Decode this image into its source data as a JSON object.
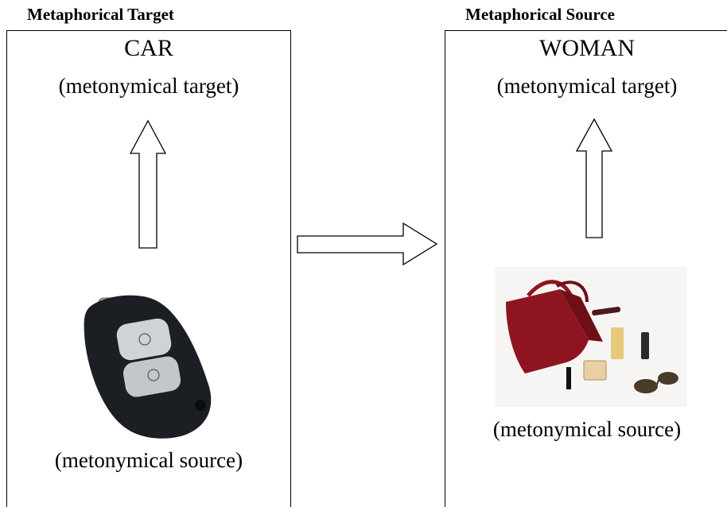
{
  "left": {
    "heading": "Metaphorical Target",
    "title": "CAR",
    "target_label": "(metonymical target)",
    "source_label": "(metonymical source)",
    "image": "car-key-image"
  },
  "right": {
    "heading": "Metaphorical Source",
    "title": "WOMAN",
    "target_label": "(metonymical target)",
    "source_label": "(metonymical source)",
    "image": "handbag-cosmetics-image"
  },
  "colors": {
    "line": "#000000",
    "handbag": "#8e1520",
    "key_body": "#1b1f24"
  }
}
